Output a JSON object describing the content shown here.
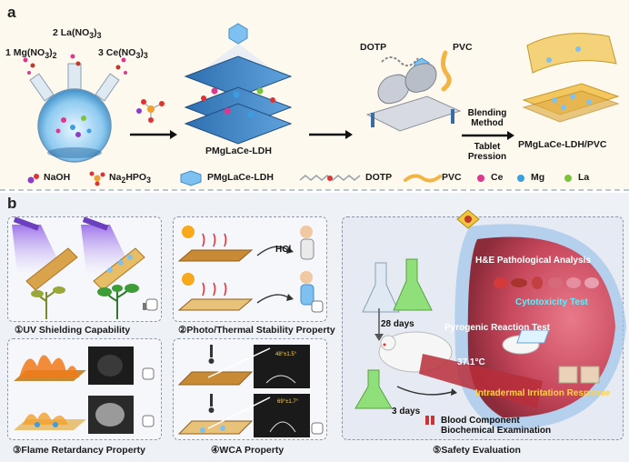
{
  "panel_a": {
    "label": "a",
    "reagents": [
      {
        "num": "1",
        "name": "Mg(NO",
        "sub": "3",
        "close": ")",
        "sub2": "2"
      },
      {
        "num": "2",
        "name": "La(NO",
        "sub": "3",
        "close": ")",
        "sub2": "3"
      },
      {
        "num": "3",
        "name": "Ce(NO",
        "sub": "3",
        "close": ")",
        "sub2": "3"
      }
    ],
    "ldh_label": "PMgLaCe-LDH",
    "dotp_label": "DOTP",
    "pvc_label": "PVC",
    "blending_line1": "Blending",
    "blending_line2": "Method",
    "tablet_line1": "Tablet",
    "tablet_line2": "Pression",
    "product_label": "PMgLaCe-LDH/PVC",
    "legend": {
      "naoh": "NaOH",
      "na2hpo3_pre": "Na",
      "na2hpo3_sub": "2",
      "na2hpo3_post": "HPO",
      "na2hpo3_sub2": "3",
      "ldh": "PMgLaCe-LDH",
      "dotp": "DOTP",
      "pvc": "PVC",
      "ce": "Ce",
      "mg": "Mg",
      "la": "La"
    },
    "colors": {
      "ce": "#e0368c",
      "mg": "#3a9fe0",
      "la": "#7cc23a",
      "naoh": "#8d3cc7",
      "pvc": "#f2b544"
    }
  },
  "panel_b": {
    "label": "b",
    "captions": {
      "uv": "①UV Shielding Capability",
      "photo": "②Photo/Thermal Stability Property",
      "flame": "③Flame Retardancy Property",
      "wca": "④WCA Property",
      "safety": "⑤Safety Evaluation"
    },
    "hcl": "HCl",
    "wca_values": [
      "48°±1.5°",
      "69°±1.7°"
    ],
    "safety": {
      "days_28": "28 days",
      "days_3": "3 days",
      "he": "H&E Pathological Analysis",
      "cytotox": "Cytotoxicity Test",
      "pyro": "Pyrogenic Reaction Test",
      "temp": "37.1°C",
      "irritation": "Intradermal Irritation Response",
      "blood1": "Blood Component",
      "blood2": "Biochemical Examination"
    }
  }
}
